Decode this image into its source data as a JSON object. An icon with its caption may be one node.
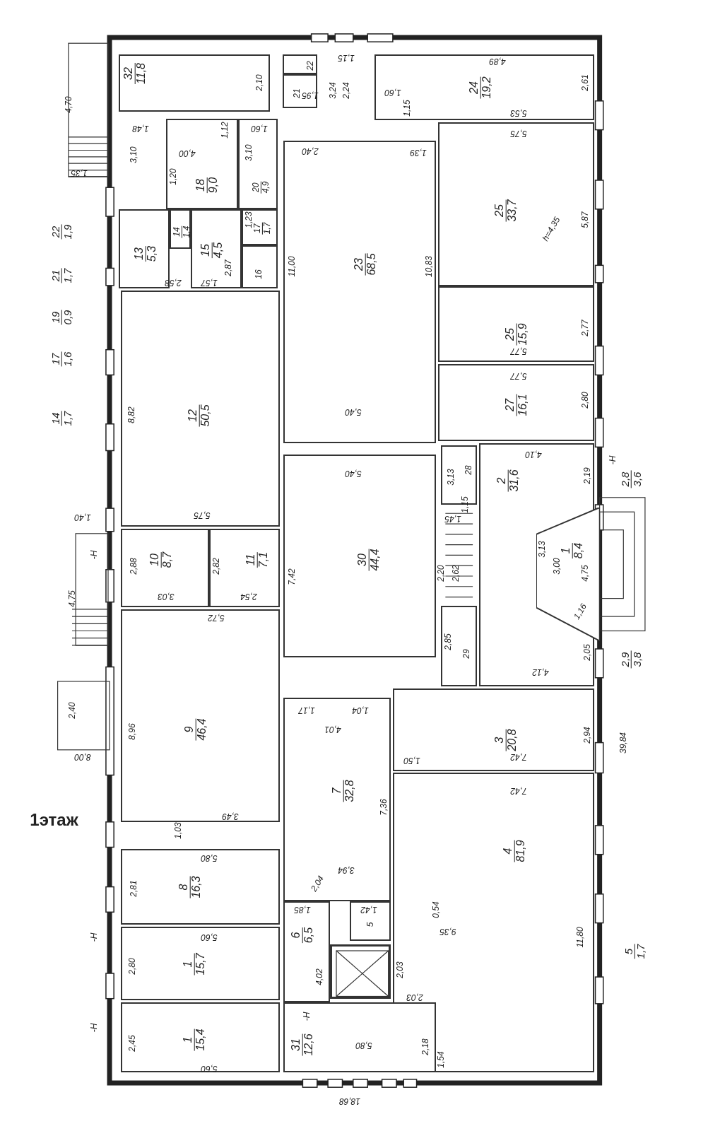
{
  "diagram": {
    "nodes": [
      {
        "text": [
          "32",
          "11,8"
        ]
      },
      {
        "text": [
          "22"
        ]
      },
      {
        "text": [
          "21"
        ]
      },
      {
        "text": [
          "24",
          "19,2"
        ]
      },
      {
        "text": [
          "18",
          "9,0"
        ]
      },
      {
        "text": [
          "20",
          "4,9"
        ]
      },
      {
        "text": [
          "13",
          "5,3"
        ]
      },
      {
        "text": [
          "14",
          "1,4"
        ]
      },
      {
        "text": [
          "15",
          "4,5"
        ]
      },
      {
        "text": [
          "17",
          "1,7"
        ]
      },
      {
        "text": [
          "16"
        ]
      },
      {
        "text": [
          "23",
          "68,5"
        ]
      },
      {
        "text": [
          "25",
          "33,7"
        ]
      },
      {
        "text": [
          "25",
          "15,9"
        ]
      },
      {
        "text": [
          "27",
          "16,1"
        ]
      },
      {
        "text": [
          "12",
          "50,5"
        ]
      },
      {
        "text": [
          "28"
        ]
      },
      {
        "text": [
          "2",
          "31,6"
        ]
      },
      {
        "text": [
          "1",
          "8,4"
        ],
        "in": 17
      },
      {
        "text": [
          "30",
          "44,4"
        ]
      },
      {
        "text": [
          "10",
          "8,7"
        ]
      },
      {
        "text": [
          "11",
          "7,1"
        ]
      },
      {
        "text": [
          "29"
        ]
      },
      {
        "text": [
          "9",
          "46,4"
        ]
      },
      {
        "text": [
          "3",
          "20,8"
        ]
      },
      {
        "text": [
          "7",
          "32,8"
        ]
      },
      {
        "text": [
          "4",
          "81,9"
        ]
      },
      {
        "text": [
          "8",
          "16,3"
        ]
      },
      {
        "text": [
          "6",
          "6,5"
        ]
      },
      {
        "text": [
          "5"
        ]
      },
      {
        "text": [],
        "shape": "box"
      },
      {
        "text": [
          "1",
          "15,7"
        ]
      },
      {
        "text": [
          "1",
          "15,4"
        ]
      },
      {
        "text": [
          "31",
          "12,6"
        ]
      }
    ],
    "labels": [
      "4,70",
      "1,35",
      "22",
      "1,9",
      "21",
      "1,7",
      "19",
      "0,9",
      "17",
      "1,6",
      "14",
      "1,7",
      "1,40",
      "-Н",
      "4,75",
      "2,40",
      "8,00",
      "1этаж",
      "-Н",
      "-Н",
      "-Н",
      "2,8",
      "3,6",
      "2,9",
      "3,8",
      "39,84",
      "5",
      "1,7",
      "18,68",
      "2,10",
      "1,95",
      "1,15",
      "3,24",
      "2,24",
      "1,60",
      "4,89",
      "2,61",
      "5,53",
      "5,75",
      "1,15",
      "2,40",
      "1,39",
      "1,48",
      "1,12",
      "1,60",
      "4,00",
      "3,10",
      "3,10",
      "1,20",
      "1,23",
      "2,87",
      "2,58",
      "1,57",
      "5,87",
      "h=4,35",
      "11,00",
      "10,83",
      "2,77",
      "5,77",
      "5,77",
      "2,80",
      "5,40",
      "8,82",
      "5,40",
      "4,10",
      "3,13",
      "2,19",
      "1,15",
      "1,45",
      "5,75",
      "2,88",
      "3,03",
      "2,82",
      "2,54",
      "7,42",
      "2,20",
      "2,62",
      "3,13",
      "3,00",
      "4,75",
      "1,16",
      "5,72",
      "2,85",
      "4,12",
      "2,05",
      "1,17",
      "1,04",
      "4,01",
      "8,96",
      "2,94",
      "1,50",
      "7,42",
      "7,42",
      "3,49",
      "1,03",
      "7,36",
      "5,80",
      "3,94",
      "2,81",
      "2,04",
      "1,85",
      "1,42",
      "0,54",
      "9,35",
      "11,80",
      "5,60",
      "2,80",
      "4,02",
      "2,03",
      "2,03",
      "5,80",
      "2,18",
      "1,54",
      "2,45",
      "5,60",
      "-Н"
    ]
  }
}
